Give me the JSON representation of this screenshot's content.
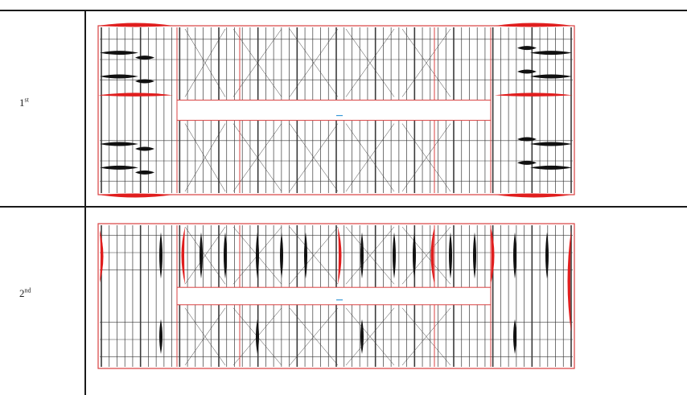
{
  "rows": [
    {
      "label": "1",
      "suffix": "st"
    },
    {
      "label": "2",
      "suffix": "nd"
    }
  ],
  "colors": {
    "frame": "#1a1a1a",
    "stress": "#e01e1e",
    "outline": "#d94040",
    "grid": "#3a3a3a",
    "accent": "#3a9ad9"
  }
}
